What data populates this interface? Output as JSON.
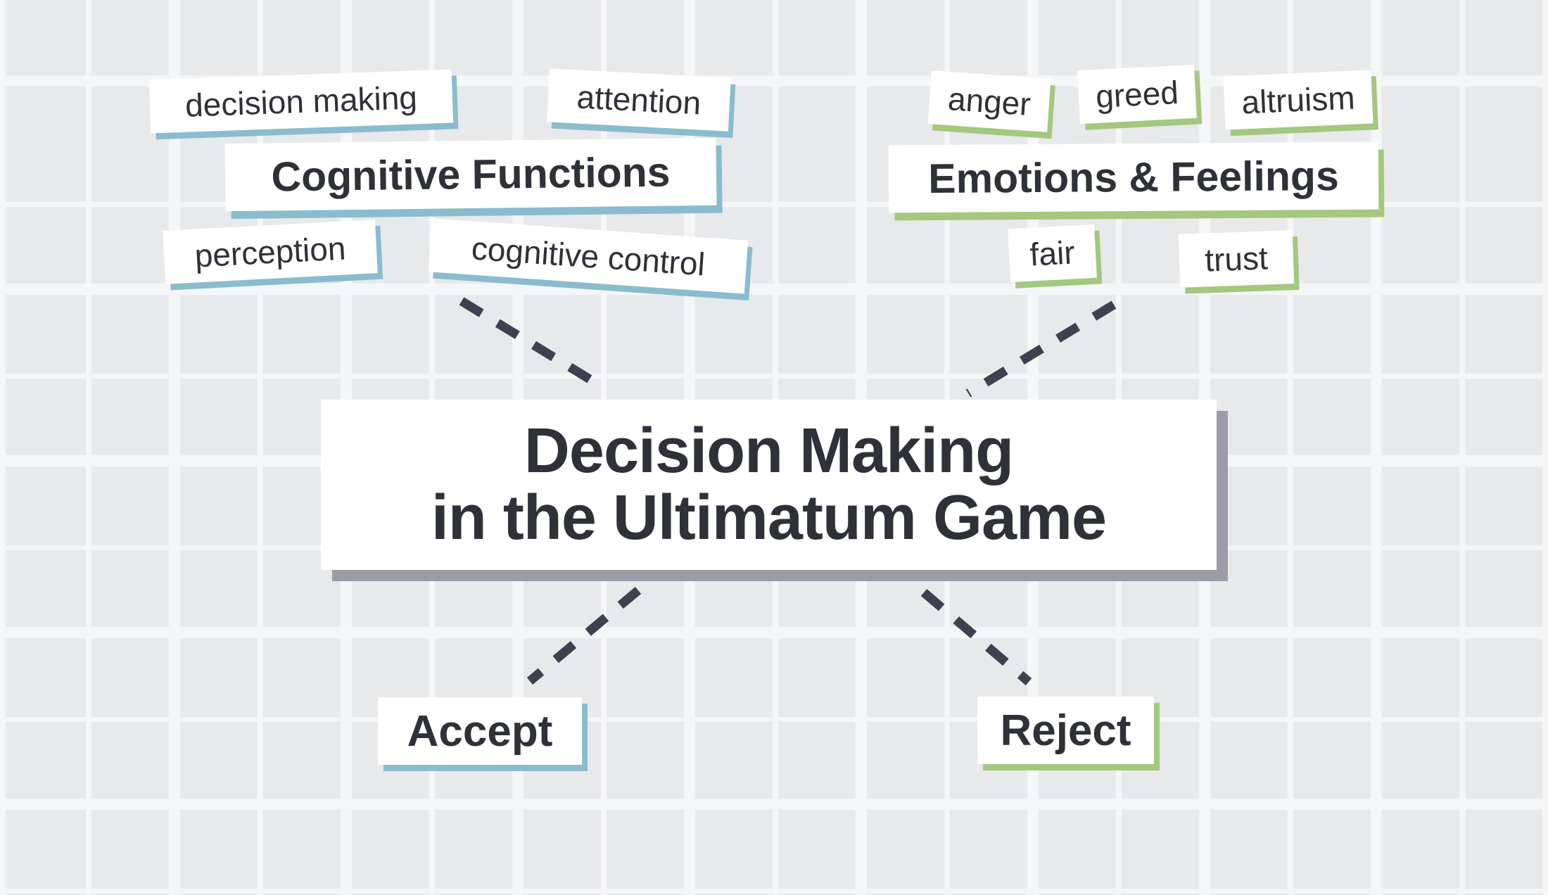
{
  "diagram": {
    "center": {
      "title_line1": "Decision Making",
      "title_line2": "in the Ultimatum Game"
    },
    "cognitive_cluster": {
      "header": "Cognitive Functions",
      "tags": [
        "decision making",
        "attention",
        "perception",
        "cognitive control"
      ]
    },
    "emotions_cluster": {
      "header": "Emotions & Feelings",
      "tags": [
        "anger",
        "greed",
        "altruism",
        "fair",
        "trust"
      ]
    },
    "outcomes": {
      "accept": "Accept",
      "reject": "Reject"
    }
  },
  "colors": {
    "cognitive_accent": "#8abccd",
    "emotions_accent": "#a3c87e",
    "center_shadow": "#9b9ca8",
    "connector": "#3e4150",
    "card_background": "#ffffff",
    "text": "#2f3139",
    "background_tile": "#e8e9eb",
    "background_line": "#f4f6f8"
  }
}
